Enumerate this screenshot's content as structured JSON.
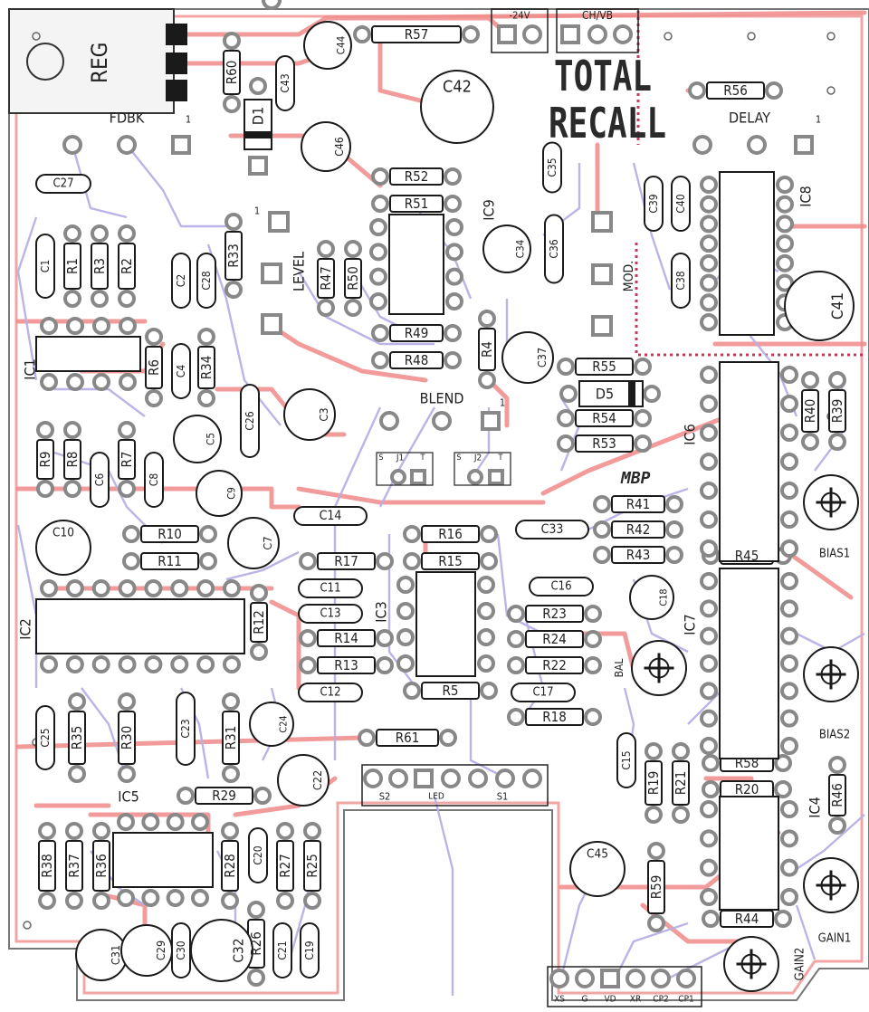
{
  "board": {
    "title_line1": "TOTAL",
    "title_line2": "RECALL",
    "maker_mark": "MBP",
    "regulator_label": "REG",
    "colors": {
      "background": "#ffffff",
      "outline": "#777777",
      "trace_top": "#f08a8a",
      "trace_bottom": "#b7b0e6",
      "pad": "#888888",
      "component": "#1a1a1a",
      "offboard_dotted": "#c43a5a"
    }
  },
  "headers": {
    "supply": "-24V",
    "chvb": "CH/VB",
    "fdbk": "FDBK",
    "level": "LEVEL",
    "blend": "BLEND",
    "delay": "DELAY",
    "mod": "MOD.",
    "bias1": "BIAS1",
    "bias2": "BIAS2",
    "gain1": "GAIN1",
    "gain2": "GAIN2",
    "bal": "BAL",
    "j1": "J1",
    "j2": "J2",
    "s": "S",
    "t": "T",
    "s2": "S2",
    "led": "LED",
    "s1": "S1",
    "pin1": "1"
  },
  "bottom_pins": [
    "XS",
    "G",
    "VD",
    "XR",
    "CP2",
    "CP1"
  ],
  "ics": [
    "IC1",
    "IC2",
    "IC3",
    "IC4",
    "IC5",
    "IC6",
    "IC7",
    "IC8",
    "IC9"
  ],
  "diodes": [
    "D1",
    "D5"
  ],
  "resistors": [
    "R1",
    "R2",
    "R3",
    "R4",
    "R5",
    "R6",
    "R7",
    "R8",
    "R9",
    "R10",
    "R11",
    "R12",
    "R13",
    "R14",
    "R15",
    "R16",
    "R17",
    "R18",
    "R19",
    "R20",
    "R21",
    "R22",
    "R23",
    "R24",
    "R25",
    "R26",
    "R27",
    "R28",
    "R29",
    "R30",
    "R31",
    "R33",
    "R34",
    "R35",
    "R36",
    "R37",
    "R38",
    "R39",
    "R40",
    "R41",
    "R42",
    "R43",
    "R44",
    "R45",
    "R46",
    "R47",
    "R48",
    "R49",
    "R50",
    "R51",
    "R52",
    "R53",
    "R54",
    "R55",
    "R56",
    "R57",
    "R58",
    "R59",
    "R60",
    "R61"
  ],
  "capacitors": [
    "C1",
    "C2",
    "C3",
    "C4",
    "C5",
    "C6",
    "C7",
    "C8",
    "C9",
    "C10",
    "C11",
    "C12",
    "C13",
    "C14",
    "C15",
    "C16",
    "C17",
    "C18",
    "C19",
    "C20",
    "C21",
    "C22",
    "C23",
    "C24",
    "C25",
    "C26",
    "C27",
    "C28",
    "C29",
    "C30",
    "C31",
    "C32",
    "C33",
    "C34",
    "C35",
    "C36",
    "C37",
    "C38",
    "C39",
    "C40",
    "C41",
    "C42",
    "C43",
    "C44",
    "C45",
    "C46"
  ]
}
